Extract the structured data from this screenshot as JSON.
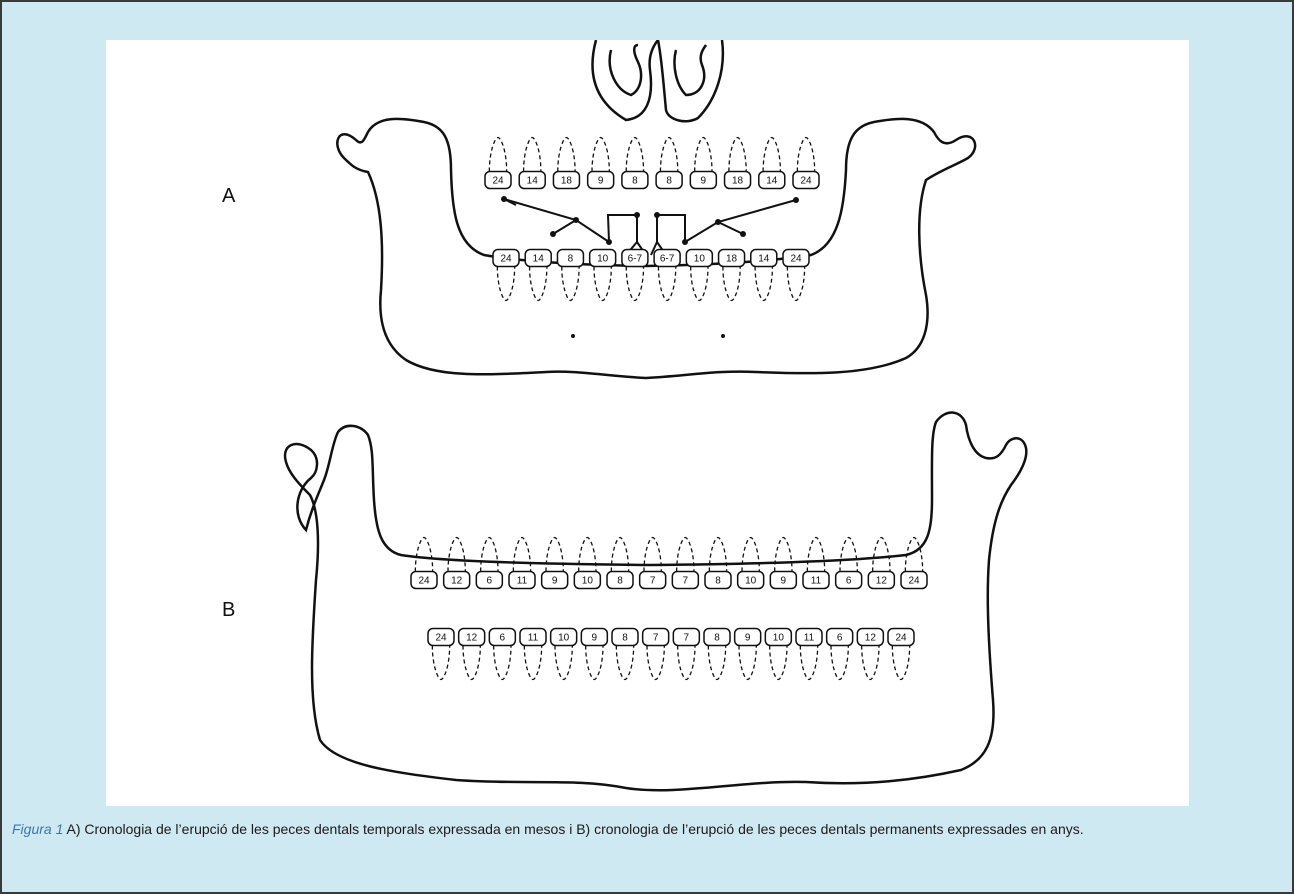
{
  "figure": {
    "panel_a_label": "A",
    "panel_b_label": "B",
    "panel_a": {
      "upper": [
        "24",
        "14",
        "18",
        "9",
        "8",
        "8",
        "9",
        "18",
        "14",
        "24"
      ],
      "lower": [
        "24",
        "14",
        "8",
        "10",
        "6-7",
        "6-7",
        "10",
        "18",
        "14",
        "24"
      ]
    },
    "panel_b": {
      "upper": [
        "24",
        "12",
        "6",
        "11",
        "9",
        "10",
        "8",
        "7",
        "7",
        "8",
        "10",
        "9",
        "11",
        "6",
        "12",
        "24"
      ],
      "lower": [
        "24",
        "12",
        "6",
        "11",
        "10",
        "9",
        "8",
        "7",
        "7",
        "8",
        "9",
        "10",
        "11",
        "6",
        "12",
        "24"
      ]
    }
  },
  "caption": {
    "figure_label": "Figura 1",
    "text": "A) Cronologia de l’erupció de les peces dentals temporals expressada en mesos i B) cronologia de l’erupció de les peces dentals permanents expressades en anys."
  }
}
